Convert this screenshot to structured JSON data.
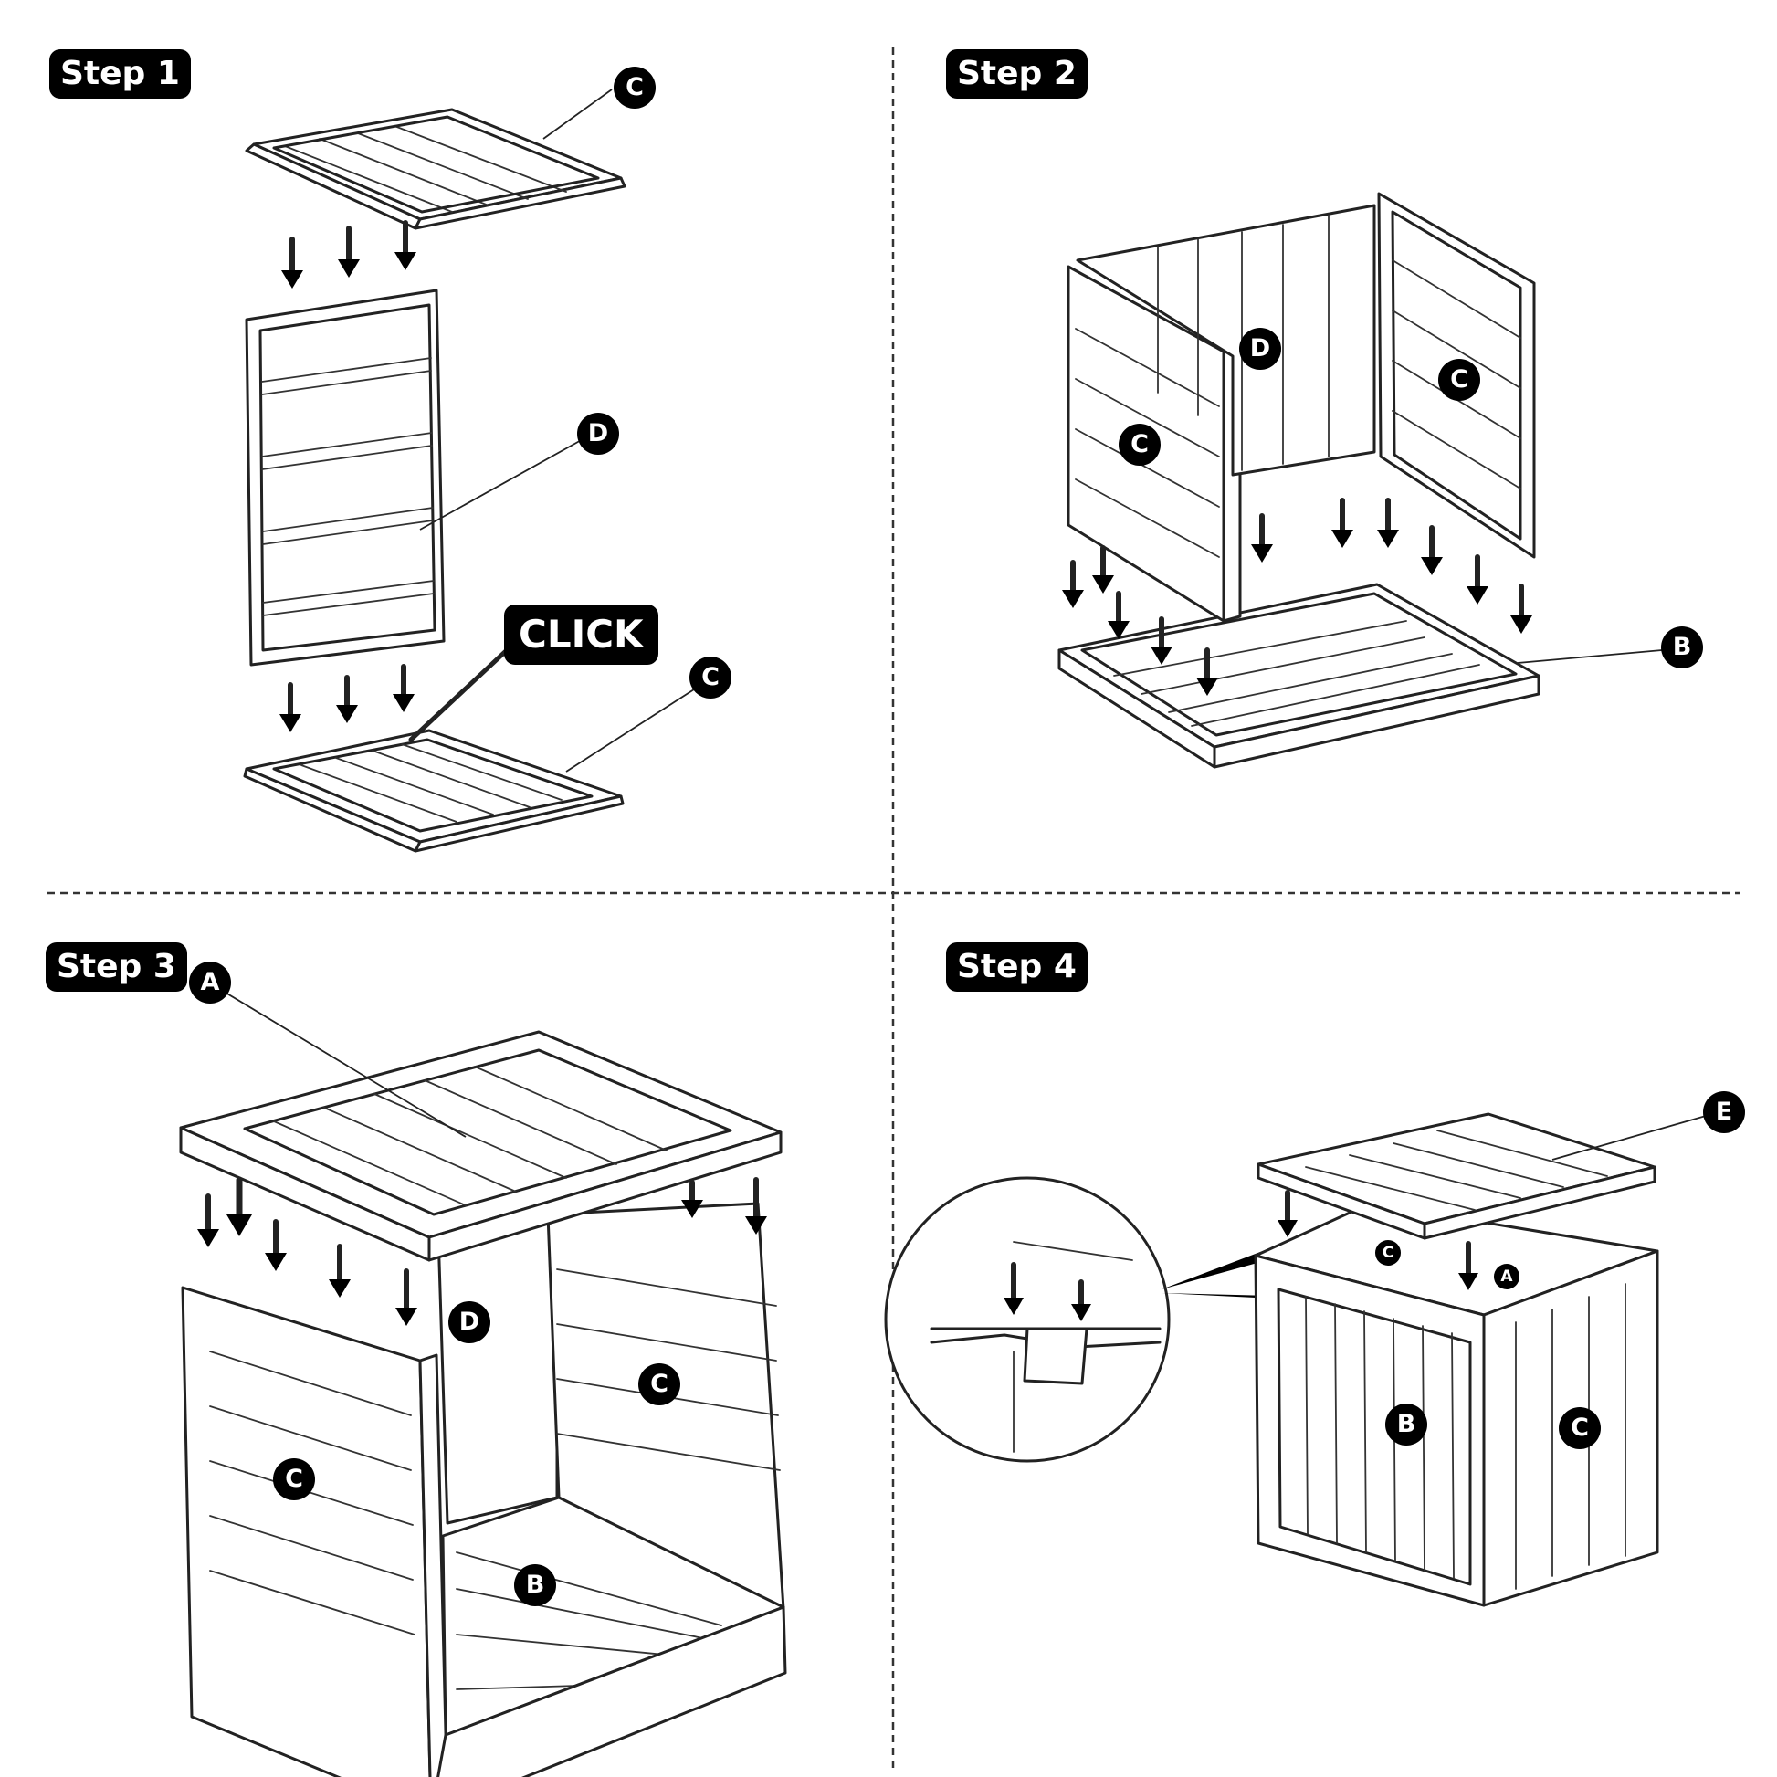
{
  "steps": [
    {
      "label": "Step 1"
    },
    {
      "label": "Step 2"
    },
    {
      "label": "Step 3"
    },
    {
      "label": "Step 4"
    }
  ],
  "click_label": "CLICK",
  "callouts": {
    "s1_top": "C",
    "s1_mid": "D",
    "s1_bot": "C",
    "s2_d": "D",
    "s2_cr": "C",
    "s2_cl": "C",
    "s2_b": "B",
    "s3_a": "A",
    "s3_d": "D",
    "s3_cl": "C",
    "s3_cr": "C",
    "s3_b": "B",
    "s4_e": "E",
    "s4_c_in": "C",
    "s4_a_in": "A",
    "s4_b": "B",
    "s4_c": "C"
  },
  "icons": [
    "down-arrow-icon",
    "zoom-detail-icon"
  ],
  "colors": {
    "ink": "#000000",
    "background": "#ffffff"
  }
}
